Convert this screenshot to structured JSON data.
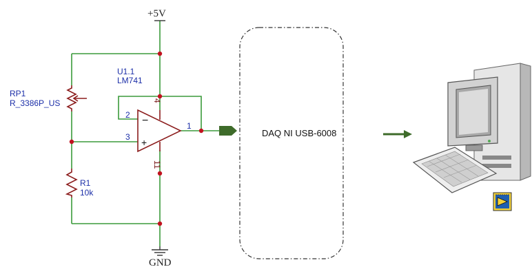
{
  "supply": {
    "label": "+5V"
  },
  "ground": {
    "label": "GND"
  },
  "opamp": {
    "ref": "U1.1",
    "part": "LM741",
    "pins": {
      "inv": "2",
      "noninv": "3",
      "out": "1",
      "vpos": "4",
      "vneg": "11"
    },
    "signs": {
      "minus": "−",
      "plus": "+"
    }
  },
  "potentiometer": {
    "ref": "RP1",
    "part": "R_3386P_US"
  },
  "resistor": {
    "ref": "R1",
    "value": "10k"
  },
  "daq": {
    "label": "DAQ NI USB-6008"
  },
  "colors": {
    "wire": "#3a9a3a",
    "component": "#8b1c1c",
    "junction": "#c1121f",
    "label": "#1c2fa8",
    "arrow": "#3e6b2a"
  },
  "icons": {
    "computer": "desktop-computer-icon",
    "labview": "labview-icon"
  }
}
